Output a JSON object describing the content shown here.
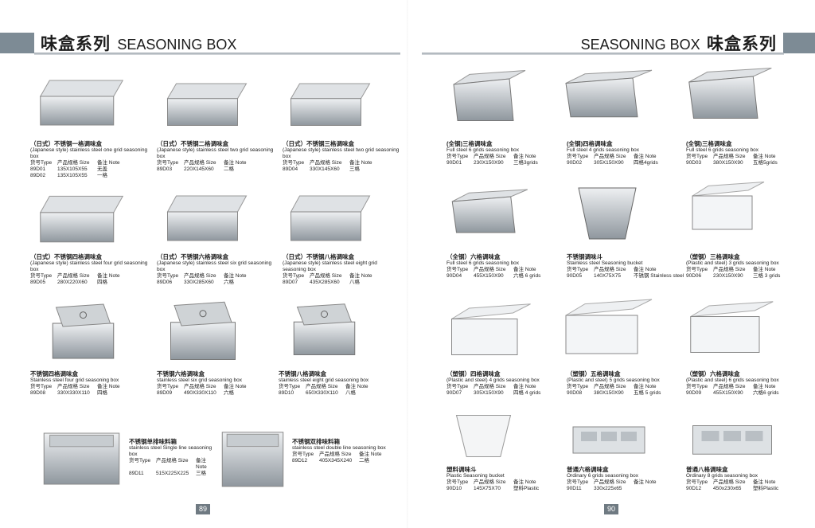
{
  "header": {
    "left": {
      "cn": "味盒系列",
      "en": "SEASONING BOX"
    },
    "right": {
      "cn": "味盒系列",
      "en": "SEASONING BOX"
    }
  },
  "pages": {
    "left": "89",
    "right": "90"
  },
  "colors": {
    "header_block": "#7d8b95",
    "page_badge": "#6f7a82"
  },
  "col_headers": {
    "type": "货号Type",
    "size": "产品规格 Size",
    "note": "备注 Note"
  },
  "items": [
    {
      "cn": "（日式）不锈钢一格调味盒",
      "en": "(Japanese style) stainless steel one grid seasoning box",
      "rows": [
        [
          "89D01",
          "135X105X55",
          "无盖"
        ],
        [
          "89D02",
          "135X105X55",
          "一格"
        ]
      ]
    },
    {
      "cn": "（日式）不锈钢二格调味盒",
      "en": "(Japanese style) stainless steel two grid seasoning box",
      "rows": [
        [
          "89D03",
          "220X145X60",
          "二格"
        ]
      ]
    },
    {
      "cn": "（日式）不锈钢三格调味盒",
      "en": "(Japanese style) stainless steel two grid seasoning box",
      "rows": [
        [
          "89D04",
          "330X145X60",
          "三格"
        ]
      ]
    },
    {
      "cn": "（日式）不锈钢四格调味盒",
      "en": "(Japanese style) stainless steel four grid seasoning box",
      "rows": [
        [
          "89D05",
          "280X220X60",
          "四格"
        ]
      ]
    },
    {
      "cn": "（日式）不锈钢六格调味盒",
      "en": "(Japanese style) stainless steel six grid seasoning box",
      "rows": [
        [
          "89D06",
          "330X285X60",
          "六格"
        ]
      ]
    },
    {
      "cn": "（日式）不锈钢八格调味盒",
      "en": "(Japanese style) stainless steel eight grid seasoning box",
      "rows": [
        [
          "89D07",
          "435X285X60",
          "八格"
        ]
      ]
    },
    {
      "cn": "不锈钢四格调味盒",
      "en": "Stainless steel four grid seasoning box",
      "rows": [
        [
          "89D08",
          "330X330X110",
          "四格"
        ]
      ]
    },
    {
      "cn": "不锈钢六格调味盒",
      "en": "stainless steel six grid seasoning box",
      "rows": [
        [
          "89D09",
          "490X330X110",
          "六格"
        ]
      ]
    },
    {
      "cn": "不锈钢八格调味盒",
      "en": "stainless steel eight grid seasoning box",
      "rows": [
        [
          "89D10",
          "650X330X110",
          "八格"
        ]
      ]
    },
    {
      "cn": "不锈钢单排味料箱",
      "en": "stainless steel Single line seasoning box",
      "rows": [
        [
          "89D11",
          "515X225X225",
          "三格"
        ]
      ]
    },
    {
      "cn": "不锈钢双排味料箱",
      "en": "stainless steel double line seasoning box",
      "rows": [
        [
          "89D12",
          "405X345X240",
          "二格"
        ]
      ]
    },
    {
      "cn": "(全钢)三格调味盒",
      "en": "Full steel 6 grids seasoning box",
      "rows": [
        [
          "90D01",
          "230X150X90",
          "三格3grids"
        ]
      ]
    },
    {
      "cn": "(全钢)四格调味盒",
      "en": "Full steel 4 grids seasoning box",
      "rows": [
        [
          "90D02",
          "305X150X90",
          "四格4grids"
        ]
      ]
    },
    {
      "cn": "(全钢)三格调味盒",
      "en": "Full steel 6 grids seasoning box",
      "rows": [
        [
          "90D03",
          "380X150X90",
          "五格5grids"
        ]
      ]
    },
    {
      "cn": "（全钢）六格调味盒",
      "en": "Full steel 6 grids seasoning box",
      "rows": [
        [
          "90D04",
          "455X150X90",
          "六格 6 grids"
        ]
      ]
    },
    {
      "cn": "不锈钢调味斗",
      "en": "Stainless steel Seasoning bucket",
      "rows": [
        [
          "90D05",
          "140X75X75",
          "不锈钢 Stainless steel"
        ]
      ]
    },
    {
      "cn": "（塑钢）三格调味盒",
      "en": "(Plastic and steel) 3 grids seasoning box",
      "rows": [
        [
          "90D06",
          "230X150X90",
          "三格 3 grids"
        ]
      ]
    },
    {
      "cn": "（塑钢）四格调味盒",
      "en": "(Plastic and steel) 4 grids seasoning box",
      "rows": [
        [
          "90D07",
          "305X150X90",
          "四格 4 grids"
        ]
      ]
    },
    {
      "cn": "（塑钢）五格调味盒",
      "en": "(Plastic and steel) 5 grids seasoning box",
      "rows": [
        [
          "90D08",
          "380X150X90",
          "五格 5 grids"
        ]
      ]
    },
    {
      "cn": "（塑钢）六格调味盒",
      "en": "(Plastic and steel) 6 grids seasoning box",
      "rows": [
        [
          "90D09",
          "455X150X90",
          "六格6 grids"
        ]
      ]
    },
    {
      "cn": "塑料调味斗",
      "en": "Plastic Seasoning bucket",
      "rows": [
        [
          "90D10",
          "145X75X70",
          "塑料Plastic"
        ]
      ]
    },
    {
      "cn": "普通六格调味盒",
      "en": "Ordinary 6 grids seasoning box",
      "rows": [
        [
          "90D11",
          "330x225x65",
          ""
        ]
      ]
    },
    {
      "cn": "普通八格调味盒",
      "en": "Ordinary 8 grids seasoning box",
      "rows": [
        [
          "90D12",
          "450x230x65",
          "塑料Plastic"
        ]
      ]
    }
  ]
}
